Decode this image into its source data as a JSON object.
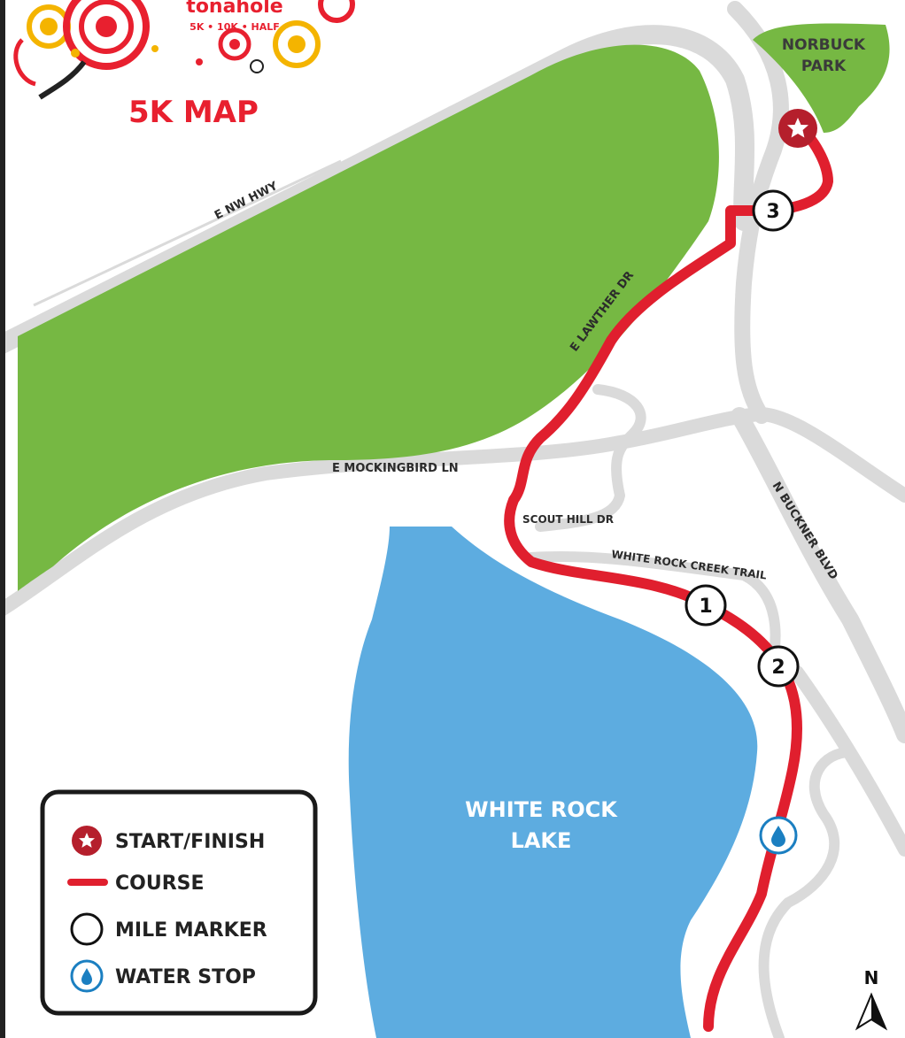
{
  "title": "5K MAP",
  "logo": {
    "wordmark": "tonahole",
    "distances": "5K • 10K • HALF"
  },
  "parks": {
    "norbuck": [
      "NORBUCK",
      "PARK"
    ]
  },
  "lake": [
    "WHITE ROCK",
    "LAKE"
  ],
  "streets": {
    "nw_hwy": "E NW HWY",
    "lawther": "E LAWTHER DR",
    "mockingbird": "E MOCKINGBIRD LN",
    "scout_hill": "SCOUT HILL DR",
    "creek_trail": "WHITE ROCK CREEK TRAIL",
    "buckner": "N BUCKNER BLVD"
  },
  "mile_markers": [
    "1",
    "2",
    "3"
  ],
  "legend": {
    "start_finish": "START/FINISH",
    "course": "COURSE",
    "mile_marker": "MILE MARKER",
    "water_stop": "WATER STOP"
  },
  "north_label": "N",
  "colors": {
    "park": "#76b843",
    "lake": "#5dace0",
    "road": "#d9d9d9",
    "course": "#e01f2e",
    "start": "#b51f2c",
    "water": "#1b7fc1"
  }
}
